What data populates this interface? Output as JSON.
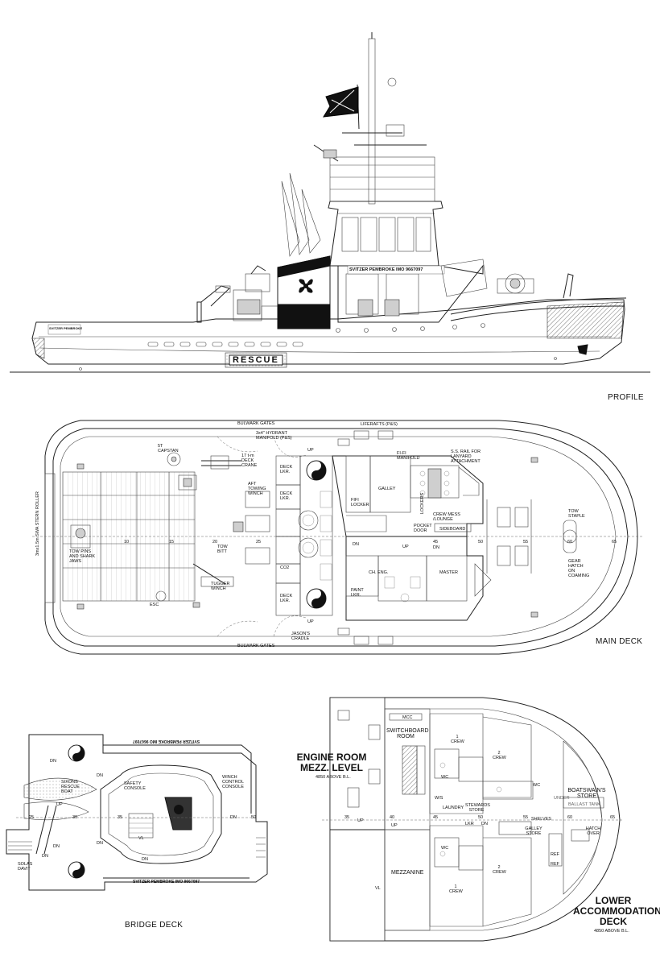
{
  "titles": {
    "profile": "PROFILE",
    "main_deck": "MAIN DECK",
    "bridge_deck": "BRIDGE DECK",
    "engine_room_line1": "ENGINE ROOM",
    "engine_room_line2": "MEZZ. LEVEL",
    "engine_room_sub": "4850 ABOVE B.L.",
    "lower_accom_line1": "LOWER",
    "lower_accom_line2": "ACCOMMODATION",
    "lower_accom_line3": "DECK",
    "lower_accom_sub": "4850 ABOVE B.L."
  },
  "profile": {
    "hull_marking": "RESCUE",
    "ship_name": "SVITZER PEMBROKE IMO 9667097",
    "bow_name": "SVITZER PEMBROKE"
  },
  "main_deck_labels": {
    "bulwark_gates_top": "BULWARK GATES",
    "bulwark_gates_bottom": "BULWARK GATES",
    "liferafts": "LIFERAFTS (P&S)",
    "hydrant": "3x4\" HYDRANT MANIFOLD (P&S)",
    "capstan": "5T CAPSTAN",
    "deck_crane": "17 t-m DECK CRANE",
    "fifi_manifold": "FI-FI MANIFOLD",
    "ss_rail": "S.S. RAIL FOR LANYARD ATTACHMENT",
    "deck_lkr_1": "DECK LKR.",
    "deck_lkr_2": "DECK LKR.",
    "deck_lkr_3": "DECK LKR.",
    "fifi_locker": "FIFI LOCKER",
    "galley": "GALLEY",
    "lockers": "LOCKERS",
    "crew_mess": "CREW MESS /LOUNGE",
    "sideboard": "SIDEBOARD",
    "pocket_door": "POCKET DOOR",
    "towing_winch": "AFT TOWING WINCH",
    "tow_pins": "TOW PINS AND SHARK JAWS",
    "tow_bitt": "TOW BITT",
    "tugger_winch": "TUGGER WINCH",
    "co2": "CO2",
    "ch_eng": "CH. ENG.",
    "master": "MASTER",
    "paint_lkr": "PAINT LKR.",
    "tow_staple": "TOW STAPLE",
    "gear_hatch": "GEAR HATCH ON COAMING",
    "esc": "ESC",
    "jasons_cradle": "JASON'S CRADLE",
    "stern_roller": "3mx1.5m SWA STERN ROLLER",
    "frame_10": "10",
    "frame_15": "15",
    "frame_20": "20",
    "frame_25": "25",
    "frame_45": "45",
    "frame_50": "50",
    "frame_55": "55",
    "frame_60": "60",
    "frame_65": "65",
    "dn_1": "DN",
    "up_1": "UP",
    "up_2": "UP",
    "up_3": "UP",
    "dn_2": "DN"
  },
  "bridge_labels": {
    "name_top": "SVITZER PEMBROKE IMO 9667097",
    "name_bottom": "SVITZER PEMBROKE IMO 9667097",
    "safety_console": "SAFETY CONSOLE",
    "winch_console": "WINCH CONTROL CONSOLE",
    "rescue_boat": "SIXONS RESCUE BOAT",
    "solas_davit": "SOLAS DAVIT",
    "frame_25": "25",
    "frame_30": "30",
    "frame_35": "35",
    "frame_50": "50",
    "dn_a": "DN",
    "dn_b": "DN",
    "dn_c": "DN",
    "dn_d": "DN",
    "dn_e": "DN",
    "dn_f": "DN",
    "up_a": "UP",
    "dn_g": "DN",
    "vl": "VL"
  },
  "lower_labels": {
    "switchboard": "SWITCHBOARD ROOM",
    "mcc": "MCC",
    "mezzanine": "MEZZANINE",
    "crew_1": "1 CREW",
    "crew_2": "2 CREW",
    "crew_3": "2 CREW",
    "crew_4": "1 CREW",
    "wc_1": "WC",
    "wc_2": "WC",
    "wc_3": "WC",
    "ws": "W/S",
    "laundry": "LAUNDRY",
    "stewards_store": "STEWARDS STORE",
    "galley_store": "GALLEY STORE",
    "boatswains_store": "BOATSWAIN'S STORE",
    "ballast_tank": "BALLAST TANK",
    "under": "UNDER",
    "hatch_over": "HATCH OVER",
    "shelves": "SHELVES",
    "lkr": "LKR",
    "ref_1": "REF",
    "ref_2": "REF",
    "vl": "VL",
    "frame_35": "35",
    "frame_40": "40",
    "frame_45": "45",
    "frame_50": "50",
    "frame_55": "55",
    "frame_60": "60",
    "frame_65": "65",
    "up": "UP",
    "up_2": "UP",
    "dn": "DN"
  },
  "icons": [
    "propeller-icon",
    "flag-icon",
    "yin-yang-icon"
  ]
}
